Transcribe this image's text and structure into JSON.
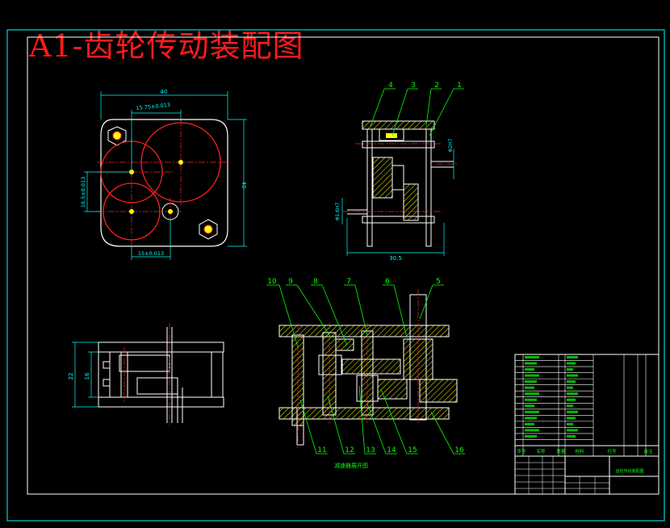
{
  "title": "A1-齿轮传动装配图",
  "top_view": {
    "dims": {
      "width": "40",
      "height": "40",
      "center_distance_top": "15.75±0.013",
      "center_distance_left": "16.5±0.013",
      "center_distance_bottom": "15±0.013"
    }
  },
  "side_view": {
    "balloons": [
      "4",
      "3",
      "2",
      "1"
    ],
    "dims": {
      "width": "30.5",
      "bore_left": "Φ1.6H7",
      "bore_right": "Φ2H7"
    }
  },
  "front_view": {
    "dims": {
      "outer": "22",
      "inner": "16"
    }
  },
  "section_view": {
    "caption": "减速器展开图",
    "top_balloons": [
      "10",
      "9",
      "8",
      "7",
      "6",
      "5"
    ],
    "bottom_balloons": [
      "11",
      "12",
      "13",
      "14",
      "15",
      "16"
    ]
  },
  "title_block": {
    "header": [
      "序号",
      "名称",
      "数量",
      "材料",
      "代号",
      "备注"
    ],
    "drawing_name": "齿轮传动装配图"
  },
  "colors": {
    "frame": "#00ffff",
    "outline": "#ffffff",
    "centerline": "#ff2020",
    "dimension": "#00ffff",
    "balloon": "#00ff00",
    "title": "#ff1a1a"
  }
}
